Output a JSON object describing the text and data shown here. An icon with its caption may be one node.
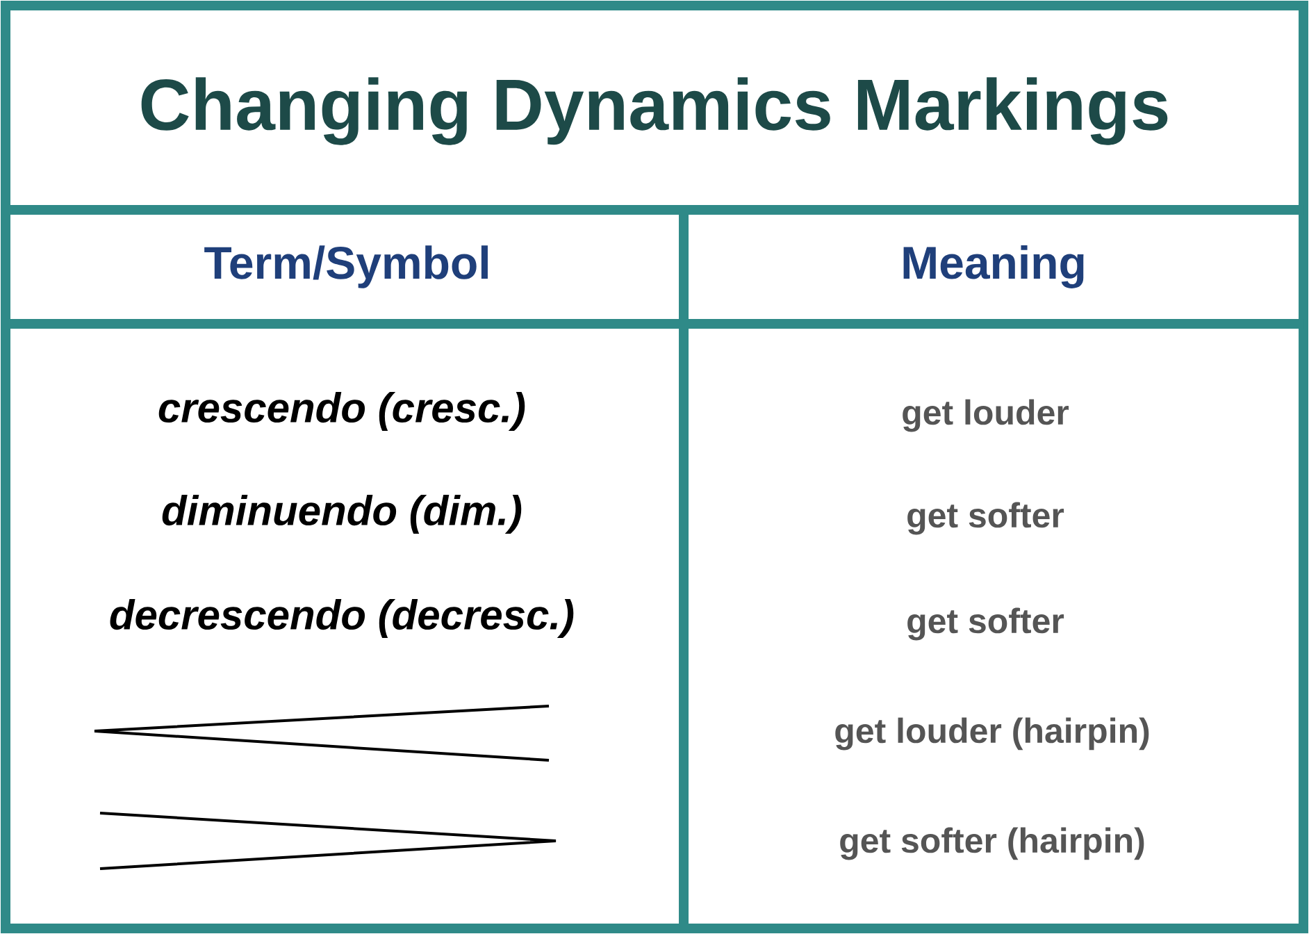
{
  "diagram": {
    "title": "Changing Dynamics Markings",
    "labels": [
      "Term/Symbol",
      "Meaning",
      "crescendo (cresc.)",
      "get louder",
      "diminuendo (dim.)",
      "get softer",
      "decrescendo (decresc.)",
      "get softer",
      "get louder (hairpin)",
      "get softer (hairpin)"
    ]
  }
}
